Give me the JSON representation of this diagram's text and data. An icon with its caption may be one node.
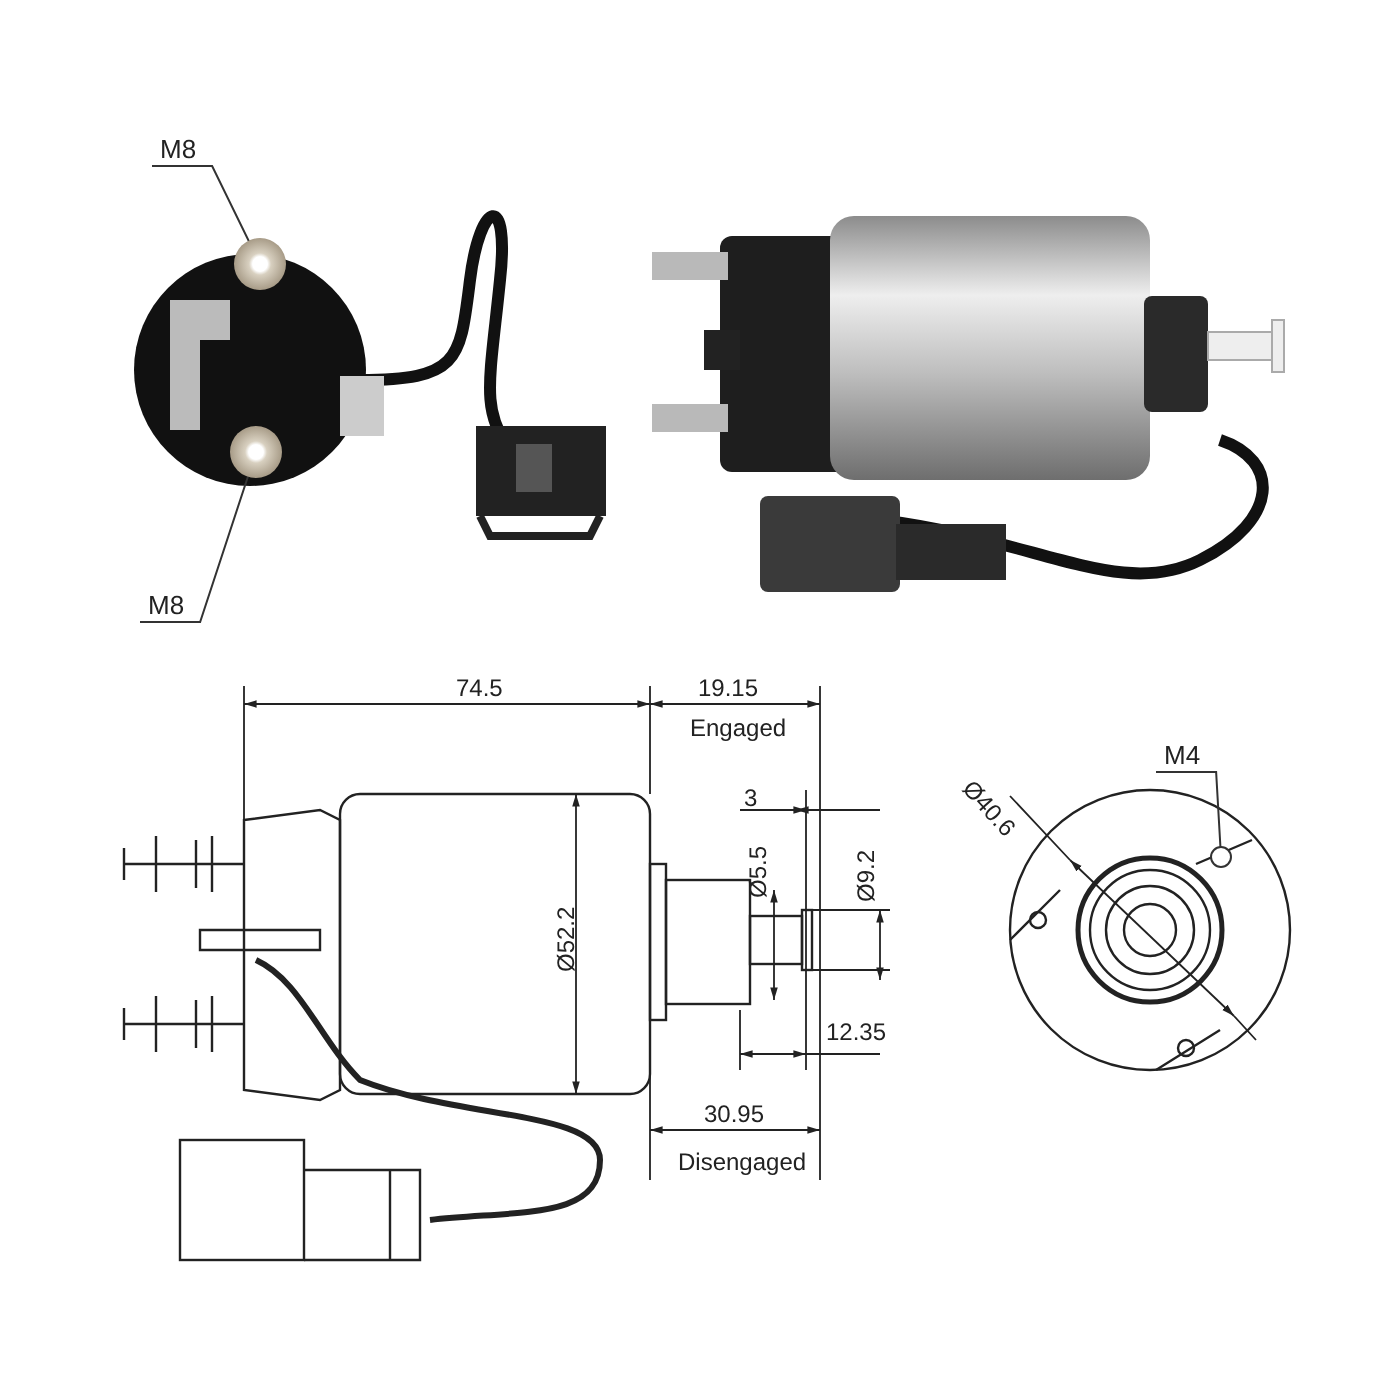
{
  "diagram": {
    "nodes": [
      {
        "text": [
          "M8"
        ]
      },
      {
        "text": [],
        "shape": "circle"
      },
      {
        "text": [
          "M8"
        ]
      },
      {
        "text": [],
        "shape": "circle"
      },
      {
        "text": [
          "M4"
        ]
      },
      {
        "text": [],
        "shape": "circle"
      }
    ],
    "edges": [
      {
        "from": 0,
        "to": 1,
        "arrow": "none"
      },
      {
        "from": 2,
        "to": 3,
        "arrow": "none"
      },
      {
        "from": 4,
        "to": 5,
        "arrow": "none"
      }
    ],
    "labels": [
      "74.5",
      "19.15",
      "Engaged",
      "Ø40.6",
      "3",
      "Ø5.5",
      "Ø9.2",
      "Ø52.2",
      "12.35",
      "30.95",
      "Disengaged"
    ]
  }
}
